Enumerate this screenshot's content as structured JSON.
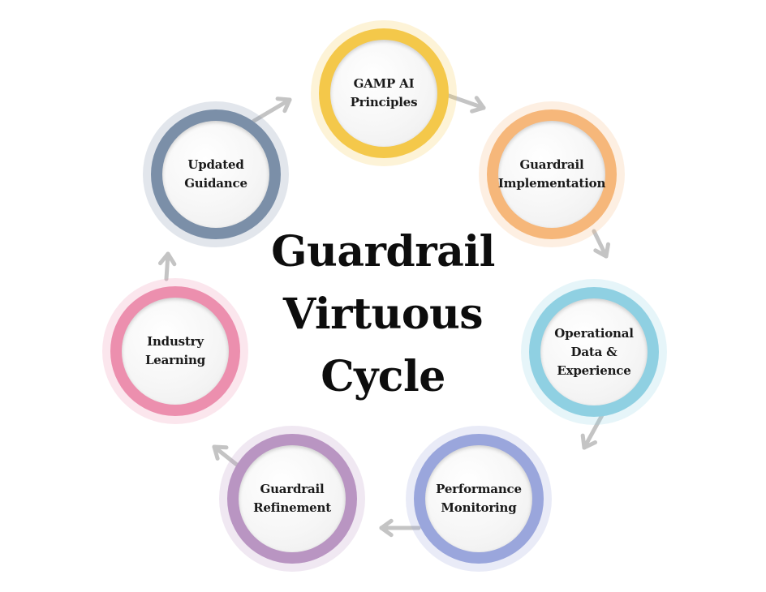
{
  "title": "Guardrail\nVirtuous\nCycle",
  "arrow_color": "#c4c4c4",
  "nodes": [
    {
      "id": "gamp-ai-principles",
      "label": "GAMP AI\nPrinciples",
      "color": "#f4c84a"
    },
    {
      "id": "guardrail-implementation",
      "label": "Guardrail\nImplementation",
      "color": "#f6b77a"
    },
    {
      "id": "operational-data-experience",
      "label": "Operational\nData &\nExperience",
      "color": "#8fd0e2"
    },
    {
      "id": "performance-monitoring",
      "label": "Performance\nMonitoring",
      "color": "#9aa6dc"
    },
    {
      "id": "guardrail-refinement",
      "label": "Guardrail\nRefinement",
      "color": "#b995c2"
    },
    {
      "id": "industry-learning",
      "label": "Industry\nLearning",
      "color": "#ec8fae"
    },
    {
      "id": "updated-guidance",
      "label": "Updated\nGuidance",
      "color": "#7b8fa8"
    }
  ]
}
